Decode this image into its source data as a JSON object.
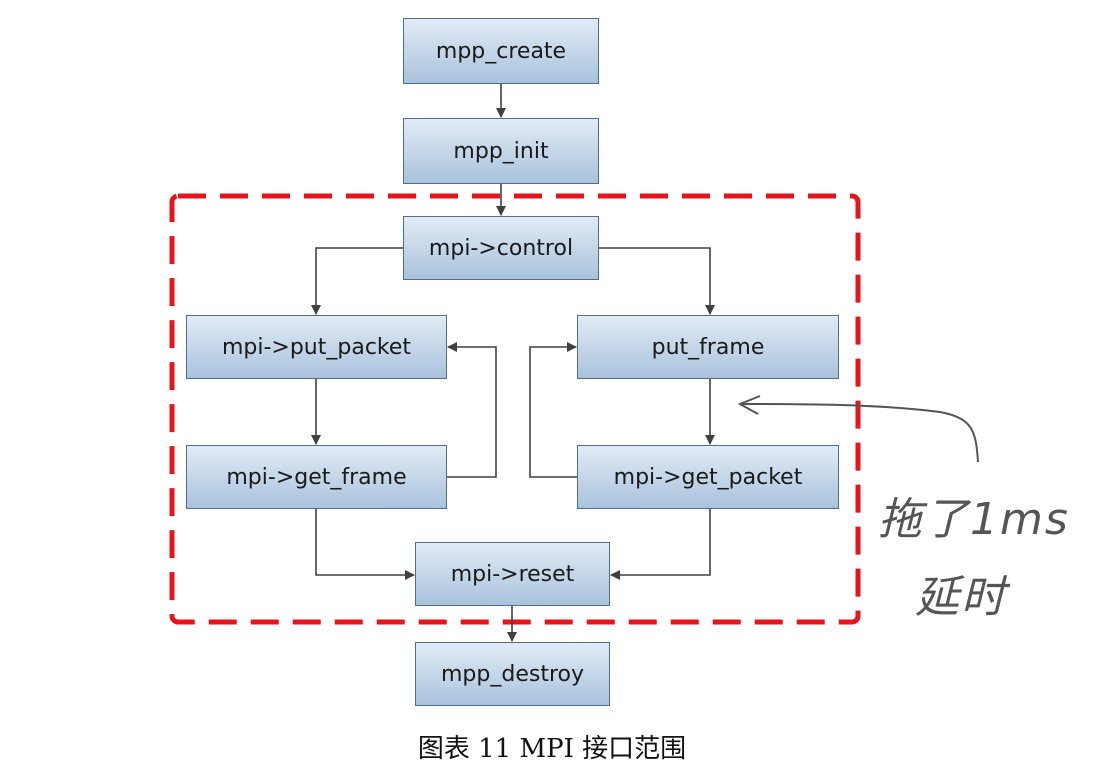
{
  "nodes": {
    "create": "mpp_create",
    "init": "mpp_init",
    "control": "mpi->control",
    "put_packet": "mpi->put_packet",
    "put_frame": "put_frame",
    "get_frame": "mpi->get_frame",
    "get_packet": "mpi->get_packet",
    "reset": "mpi->reset",
    "destroy": "mpp_destroy"
  },
  "annotation": {
    "line1": "拖了1ms",
    "line2": "延时"
  },
  "caption": "图表  11 MPI 接口范围",
  "colors": {
    "node_fill_top": "#e2ebf5",
    "node_fill_bottom": "#a9c2dd",
    "node_border": "#4f6d8f",
    "arrow": "#404040",
    "dashed_region": "#e8141c",
    "handwriting": "#555555"
  }
}
